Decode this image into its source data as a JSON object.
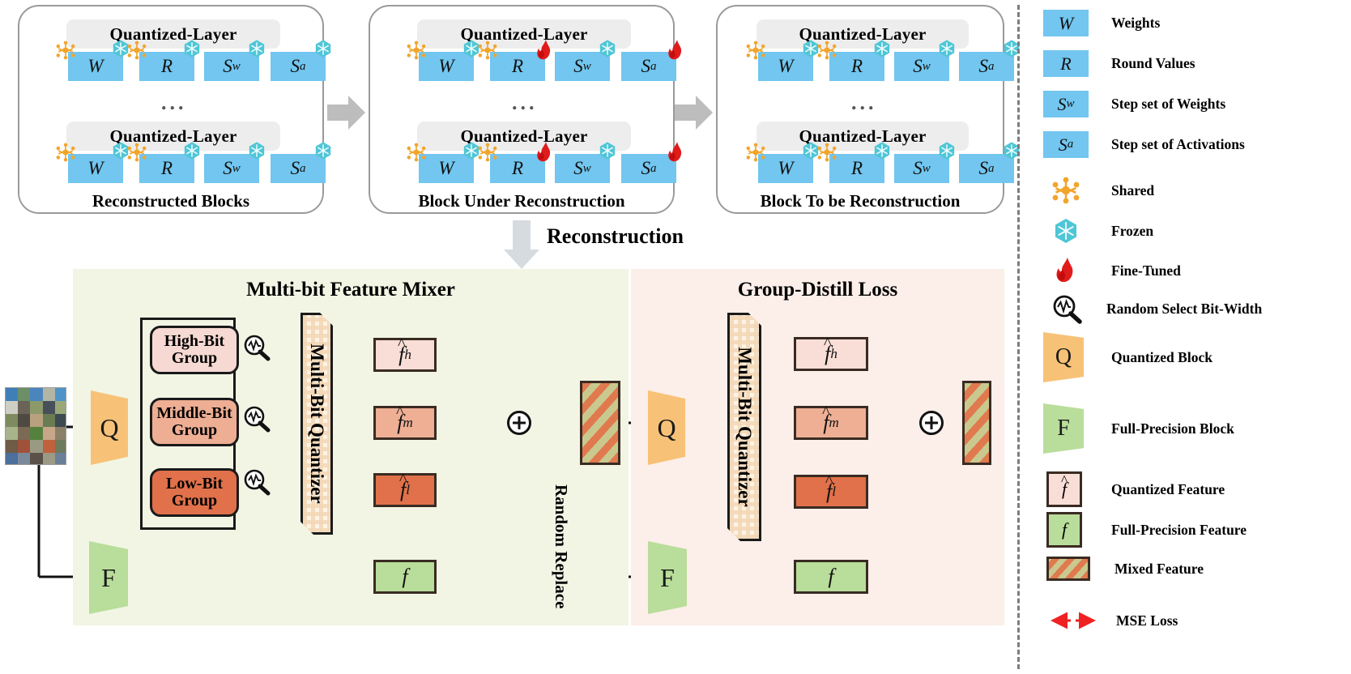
{
  "top_blocks": [
    {
      "caption": "Reconstructed Blocks",
      "layer_label": "Quantized-Layer",
      "ellipsis": "...",
      "params": [
        {
          "symbol": "W",
          "sub": "",
          "shared": true,
          "state": "frozen"
        },
        {
          "symbol": "R",
          "sub": "",
          "shared": true,
          "state": "frozen"
        },
        {
          "symbol": "S",
          "sub": "w",
          "shared": false,
          "state": "frozen"
        },
        {
          "symbol": "S",
          "sub": "a",
          "shared": false,
          "state": "frozen"
        }
      ]
    },
    {
      "caption": "Block Under Reconstruction",
      "layer_label": "Quantized-Layer",
      "ellipsis": "...",
      "params": [
        {
          "symbol": "W",
          "sub": "",
          "shared": true,
          "state": "frozen"
        },
        {
          "symbol": "R",
          "sub": "",
          "shared": true,
          "state": "finetuned"
        },
        {
          "symbol": "S",
          "sub": "w",
          "shared": false,
          "state": "frozen"
        },
        {
          "symbol": "S",
          "sub": "a",
          "shared": false,
          "state": "finetuned"
        }
      ]
    },
    {
      "caption": "Block To be Reconstruction",
      "layer_label": "Quantized-Layer",
      "ellipsis": "...",
      "params": [
        {
          "symbol": "W",
          "sub": "",
          "shared": true,
          "state": "frozen"
        },
        {
          "symbol": "R",
          "sub": "",
          "shared": true,
          "state": "frozen"
        },
        {
          "symbol": "S",
          "sub": "w",
          "shared": false,
          "state": "frozen"
        },
        {
          "symbol": "S",
          "sub": "a",
          "shared": false,
          "state": "frozen"
        }
      ]
    }
  ],
  "reconstruction_label": "Reconstruction",
  "mixer": {
    "title": "Multi-bit Feature Mixer",
    "quantized_block": "Q",
    "full_precision_block": "F",
    "groups": [
      {
        "line1": "High-Bit",
        "line2": "Group"
      },
      {
        "line1": "Middle-Bit",
        "line2": "Group"
      },
      {
        "line1": "Low-Bit",
        "line2": "Group"
      }
    ],
    "quantizer_label": "Multi-Bit Quantizer",
    "features": [
      {
        "base": "f",
        "sub": "h"
      },
      {
        "base": "f",
        "sub": "m"
      },
      {
        "base": "f",
        "sub": "l"
      }
    ],
    "full_precision_feature": "f",
    "random_replace_label": "Random Replace"
  },
  "distill": {
    "title": "Group-Distill Loss",
    "quantized_block": "Q",
    "full_precision_block": "F",
    "quantizer_label": "Multi-Bit Quantizer",
    "features": [
      {
        "base": "f",
        "sub": "h"
      },
      {
        "base": "f",
        "sub": "m"
      },
      {
        "base": "f",
        "sub": "l"
      }
    ],
    "full_precision_feature": "f"
  },
  "legend": {
    "items": [
      {
        "icon": "chip-w",
        "symbol": "W",
        "sub": "",
        "label": "Weights"
      },
      {
        "icon": "chip-r",
        "symbol": "R",
        "sub": "",
        "label": "Round Values"
      },
      {
        "icon": "chip-sw",
        "symbol": "S",
        "sub": "w",
        "label": "Step set of  Weights"
      },
      {
        "icon": "chip-sa",
        "symbol": "S",
        "sub": "a",
        "label": "Step set of  Activations"
      },
      {
        "icon": "shared-icon",
        "symbol": "",
        "sub": "",
        "label": "Shared"
      },
      {
        "icon": "frozen-icon",
        "symbol": "",
        "sub": "",
        "label": "Frozen"
      },
      {
        "icon": "fire-icon",
        "symbol": "",
        "sub": "",
        "label": "Fine-Tuned"
      },
      {
        "icon": "magnifier-icon",
        "symbol": "",
        "sub": "",
        "label": "Random Select Bit-Width"
      },
      {
        "icon": "trapezoid-q",
        "symbol": "Q",
        "sub": "",
        "label": "Quantized Block"
      },
      {
        "icon": "trapezoid-f",
        "symbol": "F",
        "sub": "",
        "label": "Full-Precision Block"
      },
      {
        "icon": "quantized-feature",
        "symbol": "f",
        "sub": "",
        "label": "Quantized Feature"
      },
      {
        "icon": "fp-feature",
        "symbol": "f",
        "sub": "",
        "label": "Full-Precision Feature"
      },
      {
        "icon": "mixed-feature",
        "symbol": "",
        "sub": "",
        "label": "Mixed Feature"
      },
      {
        "icon": "mse-arrow",
        "symbol": "",
        "sub": "",
        "label": "MSE Loss"
      }
    ]
  },
  "colors": {
    "param_blue": "#72c6ef",
    "quantized_block": "#f7c277",
    "full_precision_block": "#b9dd9a",
    "feature_high": "#f8ded6",
    "feature_mid": "#eeaf95",
    "feature_low": "#e0714a",
    "feature_fp": "#b9dd9a",
    "mixer_panel": "#f2f5e4",
    "distill_panel": "#fceee9",
    "mse_loss": "#ee2222",
    "shared": "#f2a52b",
    "frozen": "#4fc6d6",
    "fire": "#e01b1b"
  }
}
